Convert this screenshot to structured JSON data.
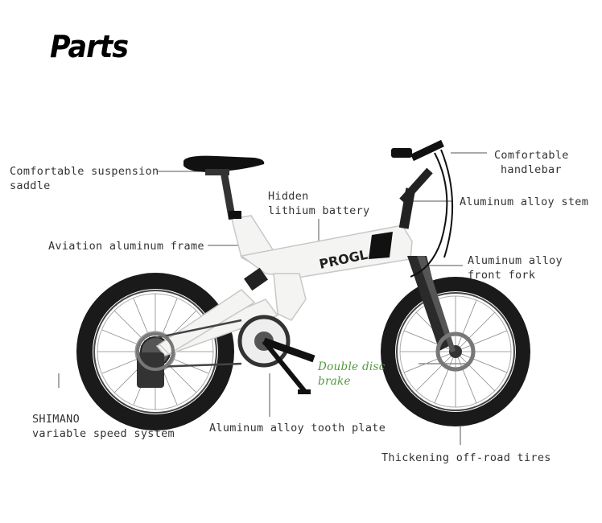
{
  "title": "Parts",
  "labels": {
    "saddle": [
      "Comfortable suspension",
      "saddle"
    ],
    "battery": [
      "Hidden",
      "lithium battery"
    ],
    "handlebar": [
      "Comfortable",
      "handlebar"
    ],
    "stem": "Aluminum alloy stem",
    "frame": "Aviation aluminum frame",
    "fork": [
      "Aluminum alloy",
      "front fork"
    ],
    "brake": [
      "Double disc",
      "brake"
    ],
    "gears": [
      "SHIMANO",
      "variable speed system"
    ],
    "tooth_plate": "Aluminum alloy tooth plate",
    "tires": "Thickening off-road tires"
  },
  "colors": {
    "frame": "#f4f4f2",
    "tire": "#1a1a1a",
    "label_text": "#333333",
    "brake_label": "#4f9a3c"
  },
  "brand_text": "PROGL"
}
